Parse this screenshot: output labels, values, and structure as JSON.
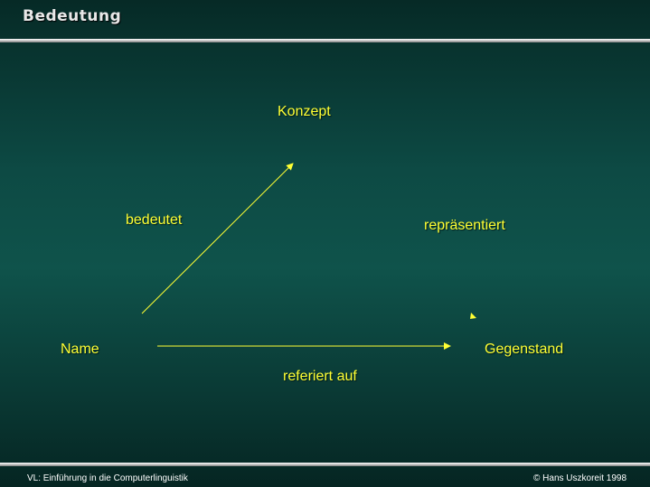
{
  "slide": {
    "title": "Bedeutung",
    "footer_left": "VL: Einführung in die Computerlinguistik",
    "footer_right": "© Hans Uszkoreit 1998"
  },
  "diagram": {
    "nodes": {
      "konzept": "Konzept",
      "name": "Name",
      "gegenstand": "Gegenstand"
    },
    "edges": {
      "bedeutet": "bedeutet",
      "repraesentiert": "repräsentiert",
      "referiert_auf": "referiert auf"
    },
    "colors": {
      "text": "#ffff33",
      "arrow": "#ffff33"
    }
  }
}
